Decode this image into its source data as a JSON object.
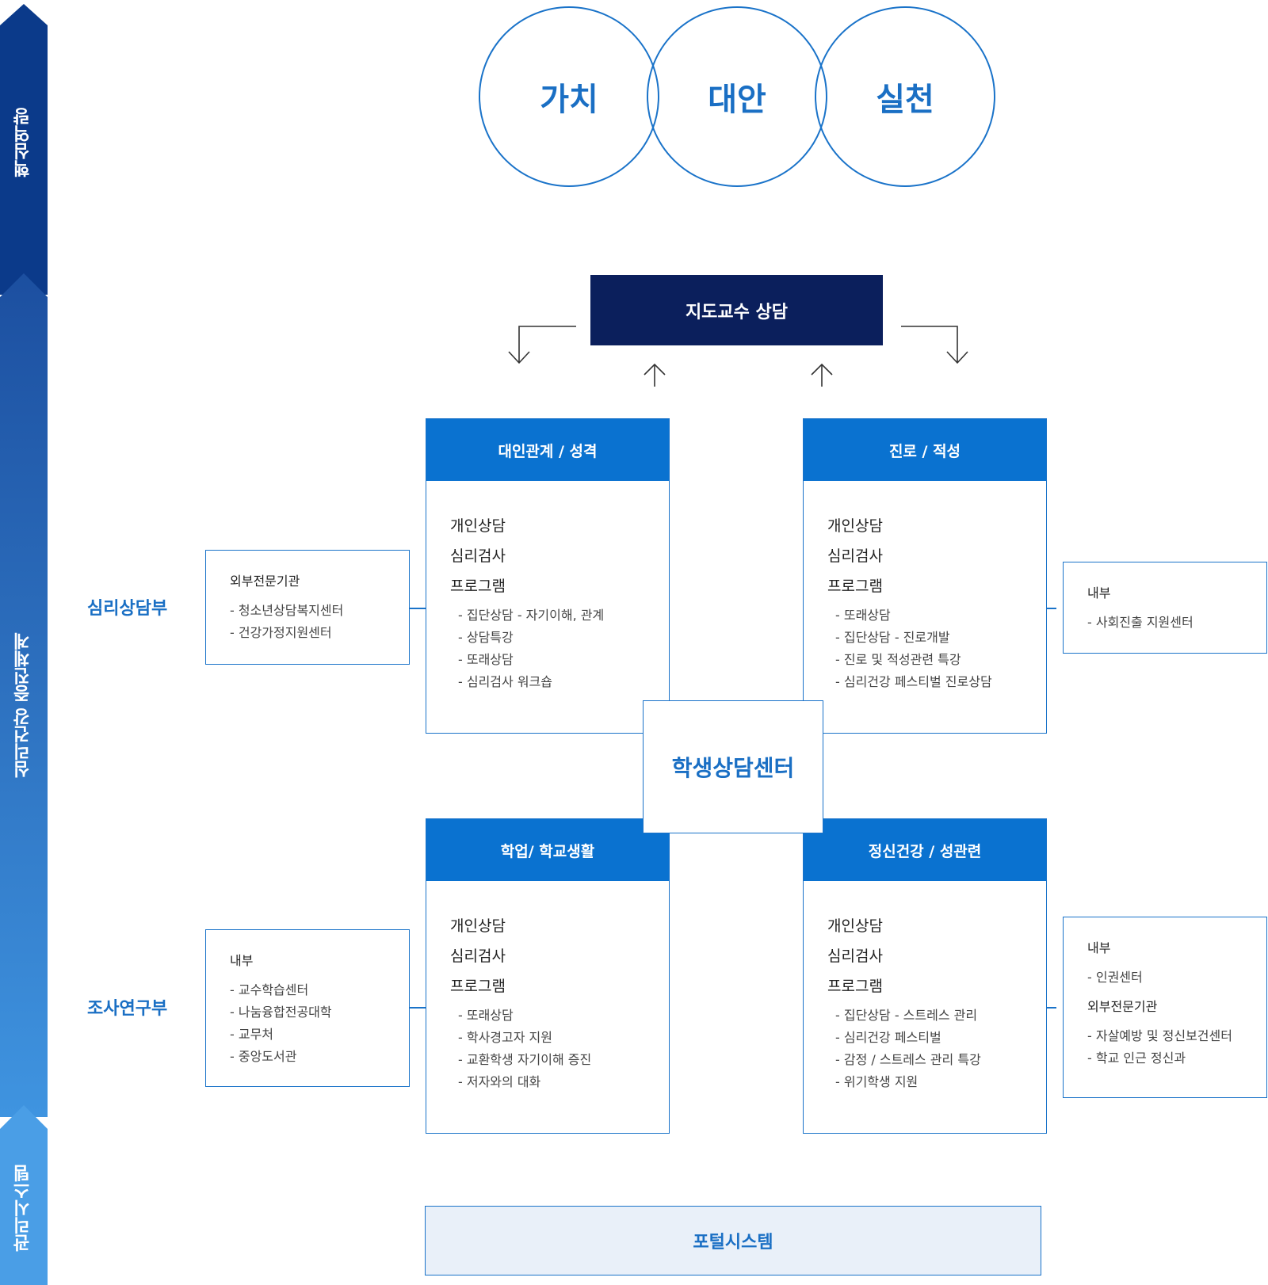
{
  "side_bar": {
    "core": "핵심역량",
    "promotion": "심리건강 증진체계",
    "management": "관리시스템"
  },
  "values": [
    "가치",
    "대안",
    "실천"
  ],
  "advisor_box": "지도교수 상담",
  "center": "학생상담센터",
  "departments": {
    "counseling": "심리상담부",
    "research": "조사연구부"
  },
  "panels": {
    "interpersonal": {
      "title": "대인관계 / 성격",
      "items": [
        "개인상담",
        "심리검사",
        "프로그램"
      ],
      "subs": [
        "- 집단상담 - 자기이해, 관계",
        "- 상담특강",
        "- 또래상담",
        "- 심리검사 워크숍"
      ]
    },
    "career": {
      "title": "진로 / 적성",
      "items": [
        "개인상담",
        "심리검사",
        "프로그램"
      ],
      "subs": [
        "- 또래상담",
        "- 집단상담 - 진로개발",
        "- 진로 및 적성관련 특강",
        "- 심리건강 페스티벌 진로상담"
      ]
    },
    "academic": {
      "title": "학업/ 학교생활",
      "items": [
        "개인상담",
        "심리검사",
        "프로그램"
      ],
      "subs": [
        "- 또래상담",
        "- 학사경고자 지원",
        "- 교환학생 자기이해 증진",
        "- 저자와의 대화"
      ]
    },
    "mental": {
      "title": "정신건강 / 성관련",
      "items": [
        "개인상담",
        "심리검사",
        "프로그램"
      ],
      "subs": [
        "- 집단상담 - 스트레스 관리",
        "- 심리건강 페스티벌",
        "- 감정 / 스트레스 관리 특강",
        "- 위기학생 지원"
      ]
    }
  },
  "side_boxes": {
    "left_top": {
      "title": "외부전문기관",
      "items": [
        "- 청소년상담복지센터",
        "- 건강가정지원센터"
      ]
    },
    "left_bottom": {
      "title": "내부",
      "items": [
        "- 교수학습센터",
        "- 나눔융합전공대학",
        "- 교무처",
        "- 중앙도서관"
      ]
    },
    "right_top": {
      "title": "내부",
      "items": [
        "- 사회진출 지원센터"
      ]
    },
    "right_bottom": {
      "title": "내부",
      "items": [
        "- 인권센터"
      ],
      "title2": "외부전문기관",
      "items2": [
        "- 자살예방 및 정신보건센터",
        "- 학교 인근 정신과"
      ]
    }
  },
  "portal": "포털시스템",
  "colors": {
    "navy": "#0b1f5c",
    "accent": "#0a72d0",
    "text_accent": "#1a6fc4",
    "portal_bg": "#e9f0f9"
  }
}
